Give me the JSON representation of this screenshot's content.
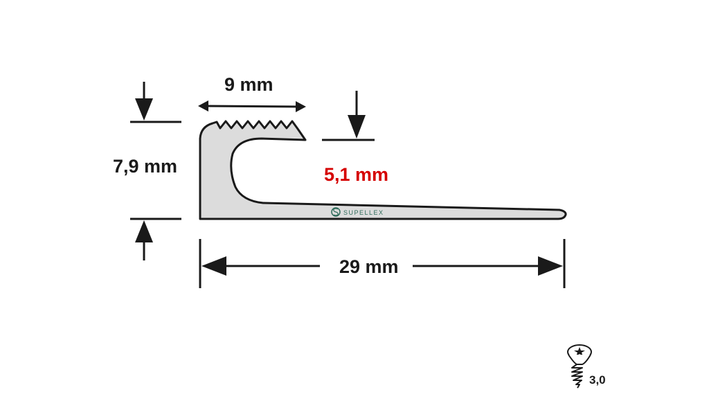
{
  "dimensions": {
    "width_top": "9 mm",
    "height_total": "7,9 mm",
    "height_inner": "5,1 mm",
    "length_total": "29 mm"
  },
  "brand": {
    "name": "SUPELLEX"
  },
  "screw": {
    "label": "3,0"
  },
  "colors": {
    "line": "#1a1a1a",
    "profile_fill": "#dcdcdc",
    "highlight": "#d50000",
    "brand": "#2e6b5a"
  }
}
